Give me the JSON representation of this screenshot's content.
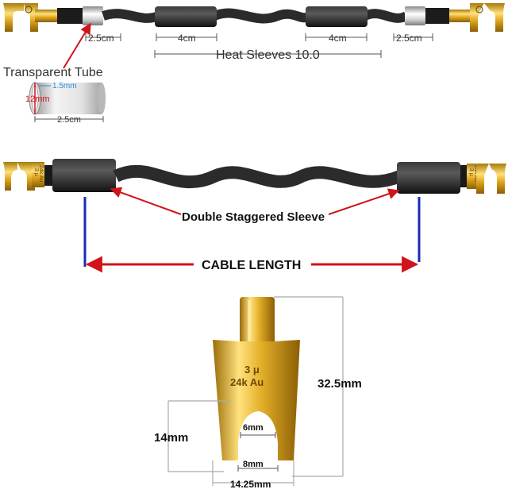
{
  "labels": {
    "left_sleeve_length": "2.5cm",
    "right_sleeve_length": "2.5cm",
    "heat_sleeve_left": "4cm",
    "heat_sleeve_right": "4cm",
    "heat_sleeves": "Heat Sleeves 10.0",
    "tube_title": "Transparent Tube",
    "tube_wall": "1.5mm",
    "tube_diameter": "12mm",
    "tube_length": "2.5cm",
    "double_sleeve": "Double Staggered Sleeve",
    "cable_length": "CABLE LENGTH",
    "spade_height": "32.5mm",
    "fork_depth": "14mm",
    "slot_top": "6mm",
    "slot_bottom": "8mm",
    "spade_width": "14.25mm",
    "spade_mark_1": "3 μ",
    "spade_mark_2": "24k Au",
    "small_mark_1": "3 μ",
    "small_mark_2": "24k Au"
  },
  "colors": {
    "gold": "#d9a81c",
    "cable": "#2b2b2b",
    "arrow": "#d0141a",
    "guide": "#1a2ab8",
    "tube_accent": "#2a8ad4"
  }
}
